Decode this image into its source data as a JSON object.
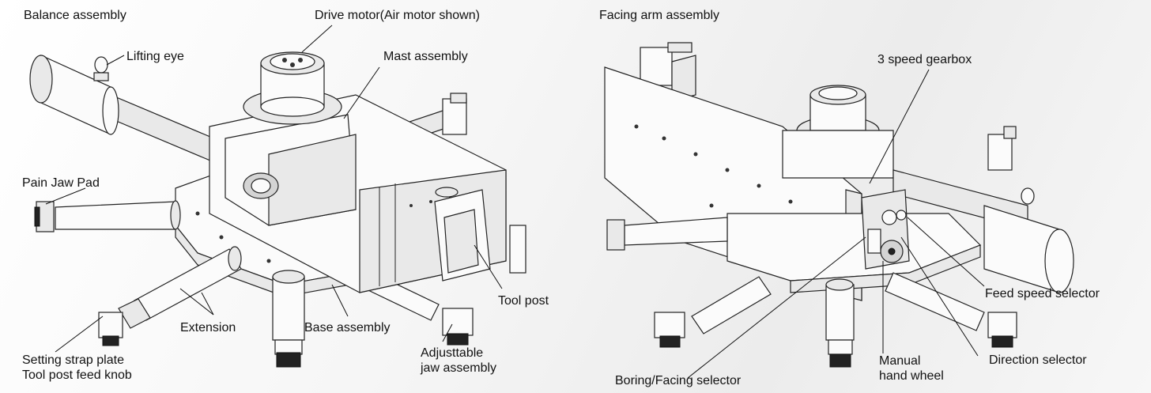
{
  "left": {
    "labels": {
      "balance_assembly": "Balance assembly",
      "lifting_eye": "Lifting eye",
      "drive_motor": "Drive motor(Air motor shown)",
      "mast_assembly": "Mast assembly",
      "pain_jaw_pad": "Pain Jaw Pad",
      "tool_post": "Tool post",
      "extension": "Extension",
      "base_assembly": "Base assembly",
      "setting_strap_plate": "Setting strap plate",
      "tool_post_feed_knob": "Tool post feed knob",
      "adjustable_jaw_1": "Adjusttable",
      "adjustable_jaw_2": "jaw assembly"
    }
  },
  "right": {
    "labels": {
      "facing_arm_assembly": "Facing arm assembly",
      "gearbox": "3 speed gearbox",
      "feed_speed_selector": "Feed speed selector",
      "manual_hand_wheel_1": "Manual",
      "manual_hand_wheel_2": "hand wheel",
      "direction_selector": "Direction selector",
      "boring_facing_selector": "Boring/Facing selector"
    }
  }
}
